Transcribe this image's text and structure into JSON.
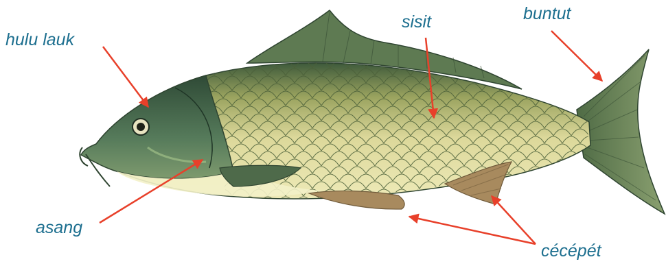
{
  "labels": {
    "head": "hulu lauk",
    "scales": "sisit",
    "tail": "buntut",
    "gill": "asang",
    "fins": "cécépét"
  },
  "colors": {
    "label_text": "#1d6f8f",
    "arrow": "#e8402a",
    "body_light": "#e9e7a8",
    "body_dark": "#3f5a3a",
    "fin": "#a88a5e"
  }
}
